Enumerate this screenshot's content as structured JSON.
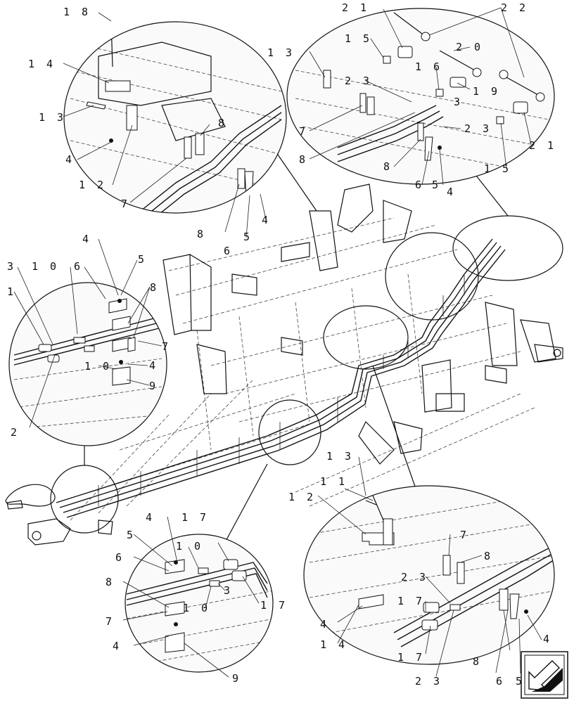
{
  "labels": {
    "tr_21a": "2 1",
    "tr_22": "2 2",
    "tr_13": "1 3",
    "tr_15a": "1 5",
    "tr_20": "2 0",
    "tr_16": "1 6",
    "tr_23a": "2 3",
    "tr_3": "3",
    "tr_19": "1 9",
    "tr_7": "7",
    "tr_23b": "2 3",
    "tr_8a": "8",
    "tr_8b": "8",
    "tr_21b": "2 1",
    "tr_6": "6",
    "tr_5": "5",
    "tr_4": "4",
    "tr_15b": "1 5",
    "tl_18": "1 8",
    "tl_14": "1 4",
    "tl_13": "1 3",
    "tl_4": "4",
    "tl_12": "1 2",
    "tl_8a": "8",
    "tl_7": "7",
    "tl_8b": "8",
    "tl_6": "6",
    "tl_5": "5",
    "tl_4b": "4",
    "ml_4": "4",
    "ml_3": "3",
    "ml_10a": "1 0",
    "ml_6": "6",
    "ml_5": "5",
    "ml_1": "1",
    "ml_8": "8",
    "ml_7": "7",
    "ml_10b": "1 0",
    "ml_4b": "4",
    "ml_9": "9",
    "ml_2": "2",
    "bl_4": "4",
    "bl_17a": "1 7",
    "bl_5": "5",
    "bl_10a": "1 0",
    "bl_6": "6",
    "bl_8": "8",
    "bl_3": "3",
    "bl_10b": "1 0",
    "bl_17b": "1 7",
    "bl_7": "7",
    "bl_4b": "4",
    "bl_9": "9",
    "br_13": "1 3",
    "br_11": "1 1",
    "br_12": "1 2",
    "br_7": "7",
    "br_8a": "8",
    "br_23a": "2 3",
    "br_17a": "1 7",
    "br_4": "4",
    "br_14": "1 4",
    "br_17b": "1 7",
    "br_8b": "8",
    "br_4b": "4",
    "br_23b": "2 3",
    "br_6": "6",
    "br_5": "5"
  },
  "icons": {
    "nav": "arrow-down-left-icon"
  }
}
